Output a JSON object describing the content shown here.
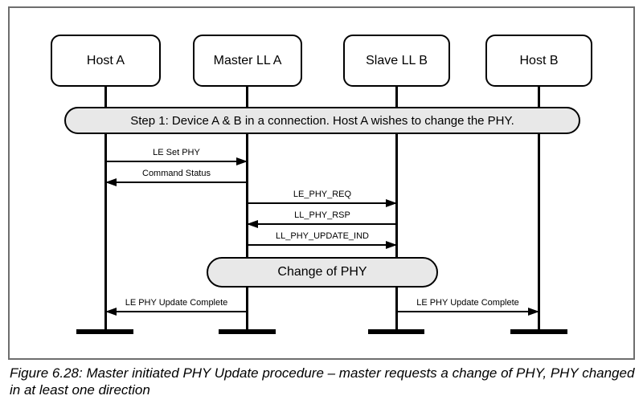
{
  "figure": {
    "caption": "Figure 6.28:  Master initiated PHY Update procedure – master requests a change of PHY, PHY changed in at least one direction"
  },
  "diagram": {
    "actors": [
      {
        "label": "Host A"
      },
      {
        "label": "Master LL A"
      },
      {
        "label": "Slave LL B"
      },
      {
        "label": "Host B"
      }
    ],
    "step_banner": "Step 1: Device A & B in a connection. Host A wishes to change the PHY.",
    "messages": [
      {
        "label": "LE Set PHY",
        "from": "Host A",
        "to": "Master LL A",
        "direction": "right"
      },
      {
        "label": "Command Status",
        "from": "Master LL A",
        "to": "Host A",
        "direction": "left"
      },
      {
        "label": "LE_PHY_REQ",
        "from": "Master LL A",
        "to": "Slave LL B",
        "direction": "right"
      },
      {
        "label": "LL_PHY_RSP",
        "from": "Slave LL B",
        "to": "Master LL A",
        "direction": "left"
      },
      {
        "label": "LL_PHY_UPDATE_IND",
        "from": "Master LL A",
        "to": "Slave LL B",
        "direction": "right"
      },
      {
        "label": "LE PHY Update Complete",
        "from": "Master LL A",
        "to": "Host A",
        "direction": "left"
      },
      {
        "label": "LE PHY Update Complete",
        "from": "Slave LL B",
        "to": "Host B",
        "direction": "right"
      }
    ],
    "state_box": "Change of PHY",
    "colors": {
      "banner_fill": "#e8e8e8",
      "box_fill": "#ffffff",
      "line": "#000000",
      "frame_border": "#6e6e6e"
    }
  }
}
